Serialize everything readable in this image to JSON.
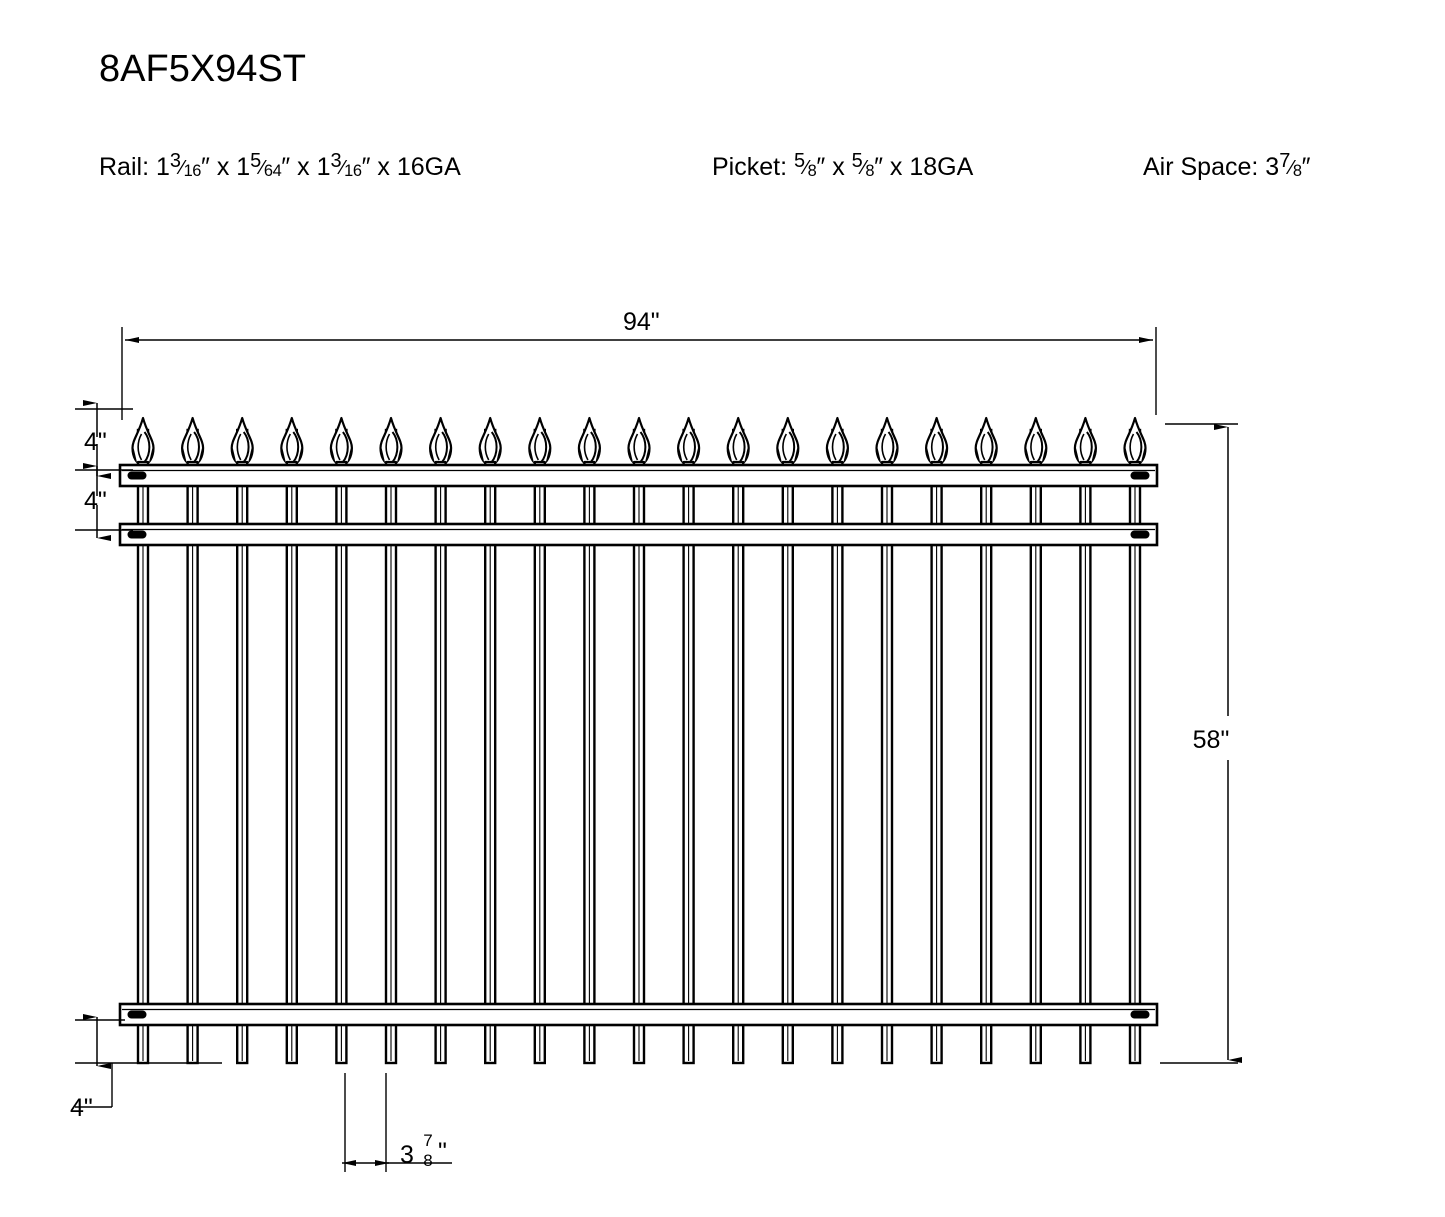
{
  "drawing": {
    "title": "8AF5X94ST",
    "specs": [
      {
        "name": "rail-spec",
        "label": "Rail:",
        "value": "1 3/16\" x 1 5/64\" x 1 3/16\" x 16GA"
      },
      {
        "name": "picket-spec",
        "label": "Picket:",
        "value": "5/8\" x 5/8\" x 18GA"
      },
      {
        "name": "airspace-spec",
        "label": "Air Space:",
        "value": "3 7/8\""
      }
    ],
    "rail": {
      "label": "Rail:",
      "d1_whole": "1",
      "d1_num": "3",
      "d1_den": "16",
      "d2_whole": "1",
      "d2_num": "5",
      "d2_den": "64",
      "d3_whole": "1",
      "d3_num": "3",
      "d3_den": "16",
      "gauge": "16GA",
      "x": "x",
      "inch": "″"
    },
    "picket": {
      "label": "Picket:",
      "d1_num": "5",
      "d1_den": "8",
      "d2_num": "5",
      "d2_den": "8",
      "gauge": "18GA",
      "x": "x",
      "inch": "″"
    },
    "airspace": {
      "label": "Air Space:",
      "whole": "3",
      "num": "7",
      "den": "8",
      "inch": "″"
    },
    "dimensions": {
      "overall_width": "94\"",
      "overall_height": "58\"",
      "tip_to_top_rail": "4\"",
      "rail_to_rail": "4\"",
      "bottom_rail_to_picket_end": "4\"",
      "air_space_whole": "3",
      "air_space_num": "7",
      "air_space_den": "8",
      "air_space_inch": "\""
    },
    "geometry": {
      "picket_count": 21,
      "rail_count": 3,
      "picket_tip_style": "spear-point",
      "line_color": "#000000",
      "fill_color": "#ffffff"
    }
  }
}
